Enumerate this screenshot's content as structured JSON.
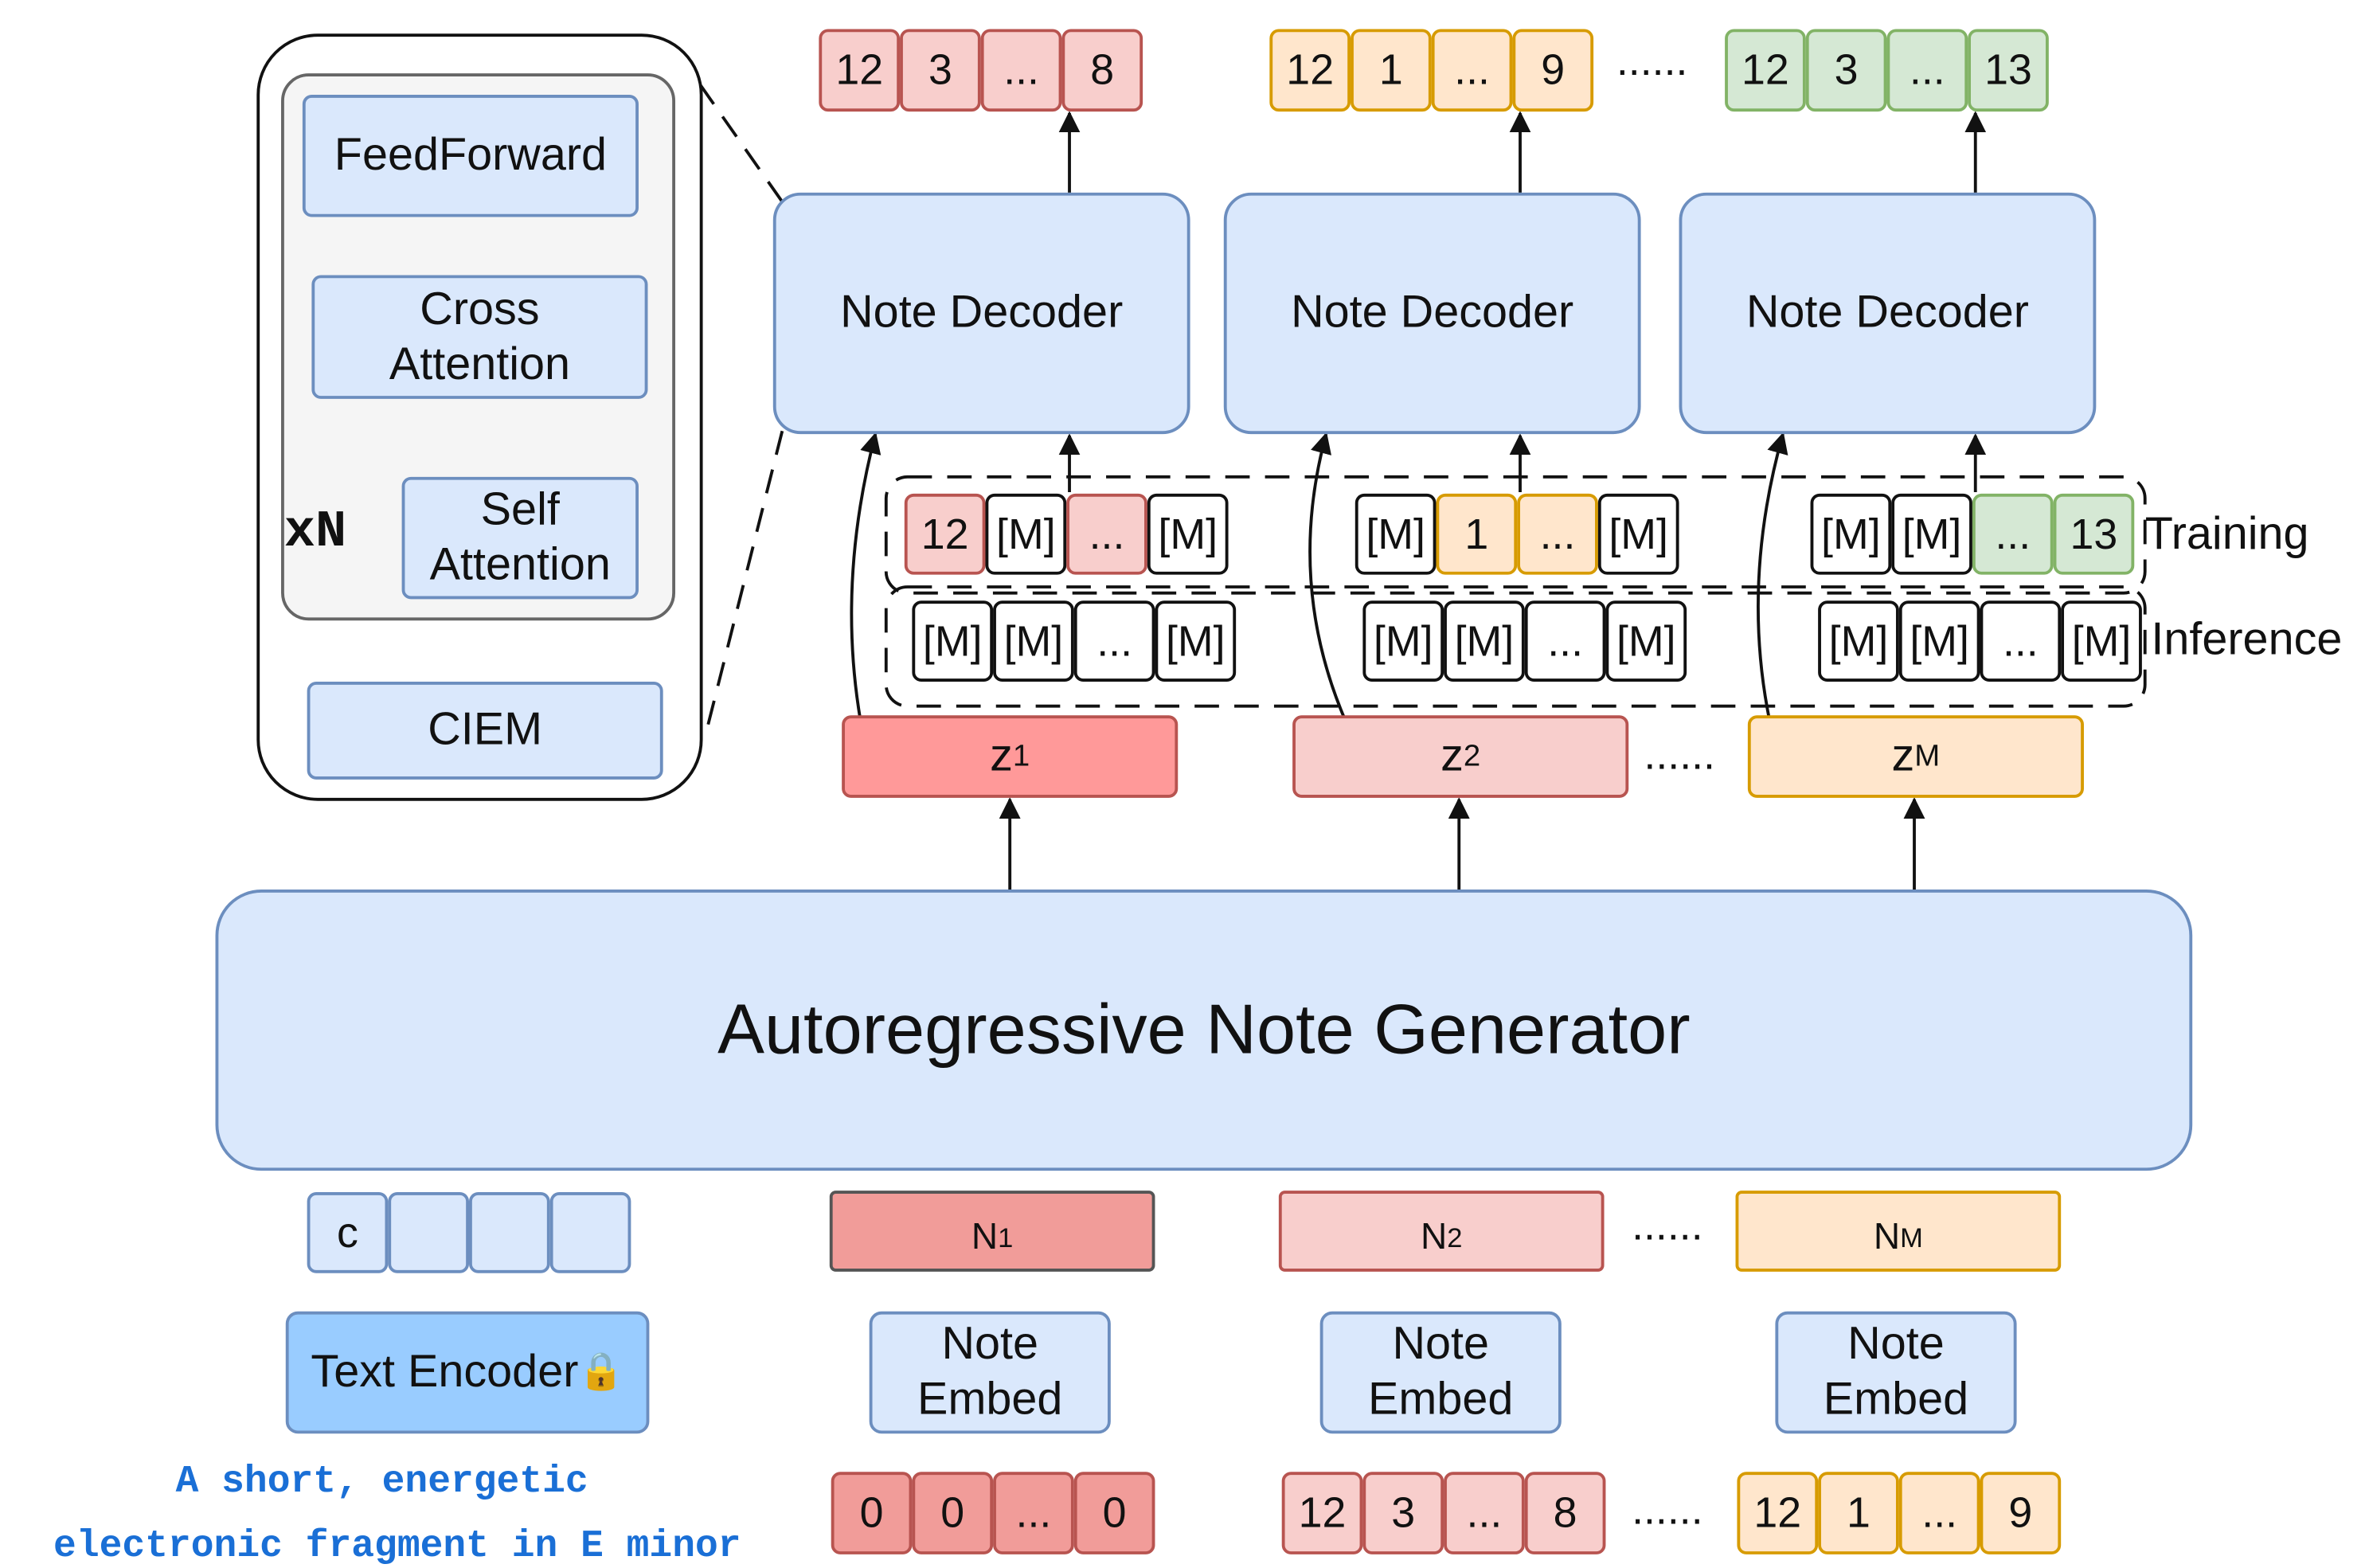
{
  "block": {
    "feedforward": "FeedForward",
    "cross_attention": "Cross Attention",
    "self_attention": "Self Attention",
    "repeat": "xN",
    "ciem": "CIEM"
  },
  "decoder_label": "Note Decoder",
  "generator_label": "Autoregressive Note Generator",
  "text_encoder_label": "Text Encoder",
  "lock_icon": "🔒",
  "note_embed_label": "Note Embed",
  "ellipsis": "......",
  "c_label": "c",
  "rows": {
    "training": "Training",
    "inference": "Inference"
  },
  "latents": {
    "z1": {
      "base": "z",
      "sub": "1"
    },
    "z2": {
      "base": "z",
      "sub": "2"
    },
    "zM": {
      "base": "z",
      "sub": "M"
    }
  },
  "note_inputs": {
    "n1": {
      "base": "N",
      "sub": "1"
    },
    "n2": {
      "base": "N",
      "sub": "2"
    },
    "nM": {
      "base": "N",
      "sub": "M"
    }
  },
  "outputs": {
    "seq1": [
      "12",
      "3",
      "...",
      "8"
    ],
    "seq2": [
      "12",
      "1",
      "...",
      "9"
    ],
    "seq3": [
      "12",
      "3",
      "...",
      "13"
    ]
  },
  "training": {
    "seq1": [
      "12",
      "[M]",
      "...",
      "[M]"
    ],
    "seq2": [
      "[M]",
      "1",
      "...",
      "[M]"
    ],
    "seq3": [
      "[M]",
      "[M]",
      "...",
      "13"
    ]
  },
  "inference_tokens": [
    "[M]",
    "[M]",
    "...",
    "[M]"
  ],
  "inputs": {
    "seq1": [
      "0",
      "0",
      "...",
      "0"
    ],
    "seq2": [
      "12",
      "3",
      "...",
      "8"
    ],
    "seq3": [
      "12",
      "1",
      "...",
      "9"
    ]
  },
  "caption": {
    "line1": "A short, energetic",
    "line2": "electronic fragment in E minor"
  },
  "colors": {
    "blue_fill": "#dae8fc",
    "blue_border": "#6c8ebf",
    "red_fill": "#f8cecc",
    "red_strong": "#f19c99",
    "orange_fill": "#ffe6cc",
    "green_fill": "#d5e8d4",
    "text_encoder_fill": "#99ccff",
    "caption_color": "#1a6fd6"
  }
}
